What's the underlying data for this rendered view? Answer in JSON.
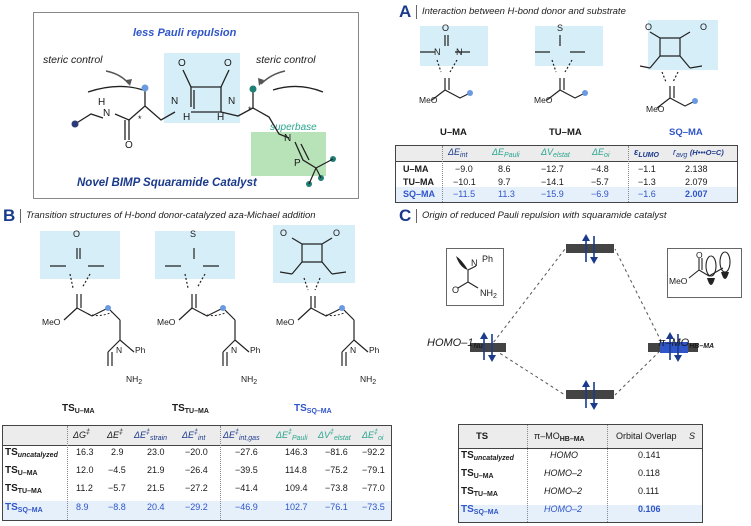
{
  "colors": {
    "navy": "#1b3a8c",
    "lightblue": "#2f55c9",
    "highlight": "#d6eef7",
    "teal": "#2aa58f",
    "green_box": "#b8e2b8",
    "dot_navy": "#2c3a7a",
    "dot_teal": "#1f7f74",
    "dot_blue": "#6a9ae0"
  },
  "catalyst": {
    "less_pauli": "less Pauli repulsion",
    "steric_left": "steric control",
    "steric_right": "steric control",
    "superbase": "superbase",
    "name": "Novel BIMP Squaramide Catalyst",
    "atoms": {
      "h": "H",
      "n": "N",
      "o": "O",
      "p": "P",
      "star": "*"
    }
  },
  "panelA": {
    "letter": "A",
    "title": "Interaction between H-bond donor and substrate",
    "structure_labels": [
      "U–MA",
      "TU–MA",
      "SQ–MA"
    ],
    "atoms": {
      "o": "O",
      "s": "S",
      "n": "N",
      "h": "H",
      "meo": "MeO"
    },
    "table": {
      "headers": [
        "ΔE",
        "ΔE",
        "ΔV",
        "ΔE",
        "ε",
        "r"
      ],
      "header_subs": [
        "int",
        "Pauli",
        "elstat",
        "oi",
        "LUMO",
        "avg"
      ],
      "header_extra": "(H•••O=C)",
      "rows": [
        {
          "name": "U–MA",
          "vals": [
            "−9.0",
            "8.6",
            "−12.7",
            "−4.8",
            "−1.1",
            "2.138"
          ]
        },
        {
          "name": "TU–MA",
          "vals": [
            "−10.1",
            "9.7",
            "−14.1",
            "−5.7",
            "−1.3",
            "2.079"
          ]
        },
        {
          "name": "SQ–MA",
          "vals": [
            "−11.5",
            "11.3",
            "−15.9",
            "−6.9",
            "−1.6",
            "2.007"
          ]
        }
      ]
    }
  },
  "panelB": {
    "letter": "B",
    "title": "Transition structures of H-bond donor-catalyzed aza-Michael addition",
    "ts": "TS",
    "ts_labels": [
      "U–MA",
      "TU–MA",
      "SQ–MA"
    ],
    "atoms": {
      "o": "O",
      "s": "S",
      "n": "N",
      "h": "H",
      "meo": "MeO",
      "ph": "Ph",
      "nh2": "NH",
      "two": "2",
      "minus": "–"
    },
    "table": {
      "headers": [
        "ΔG",
        "ΔE",
        "ΔE",
        "ΔE",
        "ΔE",
        "ΔE",
        "ΔV",
        "ΔE"
      ],
      "header_sups": [
        "‡",
        "‡",
        "‡",
        "‡",
        "‡",
        "‡",
        "‡",
        "‡"
      ],
      "header_subs": [
        "",
        "",
        "strain",
        "int",
        "int,gas",
        "Pauli",
        "elstat",
        "oi"
      ],
      "rows": [
        {
          "name_sub": "uncatalyzed",
          "vals": [
            "16.3",
            "2.9",
            "23.0",
            "−20.0",
            "−27.6",
            "146.3",
            "−81.6",
            "−92.2"
          ]
        },
        {
          "name_sub": "U–MA",
          "vals": [
            "12.0",
            "−4.5",
            "21.9",
            "−26.4",
            "−39.5",
            "114.8",
            "−75.2",
            "−79.1"
          ]
        },
        {
          "name_sub": "TU–MA",
          "vals": [
            "11.2",
            "−5.7",
            "21.5",
            "−27.2",
            "−41.4",
            "109.4",
            "−73.8",
            "−77.0"
          ]
        },
        {
          "name_sub": "SQ–MA",
          "vals": [
            "8.9",
            "−8.8",
            "20.4",
            "−29.2",
            "−46.9",
            "102.7",
            "−76.1",
            "−73.5"
          ]
        }
      ]
    }
  },
  "panelC": {
    "letter": "C",
    "title": "Origin of reduced Pauli repulsion with squaramide catalyst",
    "homo_left": "HOMO–1",
    "homo_left_sub": "Nu",
    "pi_right": "π–MO",
    "pi_right_sub": "HB–MA",
    "nu_atoms": {
      "n": "N",
      "ph": "Ph",
      "o": "O",
      "nh2": "NH",
      "two": "2"
    },
    "ma_atoms": {
      "meo": "MeO",
      "o": "O"
    },
    "table": {
      "headers": [
        "TS",
        "π–MO",
        "Orbital Overlap"
      ],
      "header_sub": "HB–MA",
      "header_s": "S",
      "rows": [
        {
          "name_sub": "uncatalyzed",
          "mo": "HOMO",
          "overlap": "0.141"
        },
        {
          "name_sub": "U–MA",
          "mo": "HOMO–2",
          "overlap": "0.118"
        },
        {
          "name_sub": "TU–MA",
          "mo": "HOMO–2",
          "overlap": "0.111"
        },
        {
          "name_sub": "SQ–MA",
          "mo": "HOMO–2",
          "overlap": "0.106"
        }
      ]
    }
  }
}
